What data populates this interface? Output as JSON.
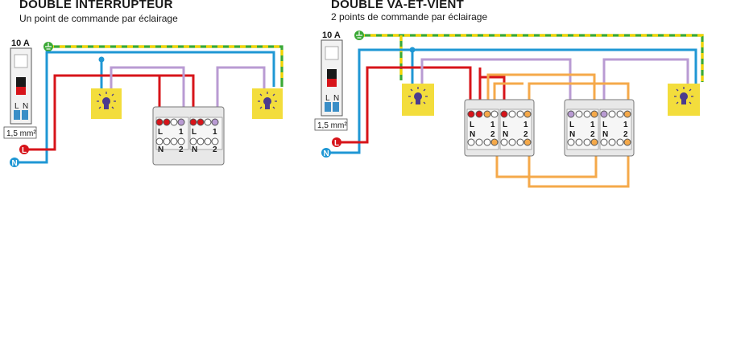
{
  "colors": {
    "phase": "#d7141a",
    "neutral": "#1f97d4",
    "earth_green": "#3aa935",
    "earth_yellow": "#f5d400",
    "return_wire": "#b99bd3",
    "traveler_wire": "#f5a94a",
    "lamp_bg": "#f3dd3c",
    "lamp_bulb": "#4b3b8e",
    "switch_box": "#e8e8e8"
  },
  "left_diagram": {
    "title": "DOUBLE INTERRUPTEUR",
    "subtitle": "Un point de commande par éclairage",
    "breaker_rating": "10 A",
    "wire_section": "1,5 mm²",
    "phase_label": "L",
    "neutral_label": "N",
    "breaker_terminals": [
      "L",
      "N"
    ],
    "switch_terminals": [
      {
        "top_left": "L",
        "top_right": "1",
        "bottom_left": "N",
        "bottom_right": "2"
      },
      {
        "top_left": "L",
        "top_right": "1",
        "bottom_left": "N",
        "bottom_right": "2"
      }
    ],
    "icons": [
      "earth-icon",
      "lamp-icon",
      "lamp-icon",
      "circuit-breaker-icon",
      "double-switch-icon"
    ]
  },
  "right_diagram": {
    "title": "DOUBLE VA-ET-VIENT",
    "subtitle": "2 points de commande par éclairage",
    "breaker_rating": "10 A",
    "wire_section": "1,5 mm²",
    "phase_label": "L",
    "neutral_label": "N",
    "breaker_terminals": [
      "L",
      "N"
    ],
    "switch_terminals": [
      {
        "top_left": "L",
        "top_right": "1",
        "bottom_left": "N",
        "bottom_right": "2"
      },
      {
        "top_left": "L",
        "top_right": "1",
        "bottom_left": "N",
        "bottom_right": "2"
      },
      {
        "top_left": "L",
        "top_right": "1",
        "bottom_left": "N",
        "bottom_right": "2"
      },
      {
        "top_left": "L",
        "top_right": "1",
        "bottom_left": "N",
        "bottom_right": "2"
      }
    ],
    "icons": [
      "earth-icon",
      "lamp-icon",
      "lamp-icon",
      "circuit-breaker-icon",
      "double-switch-icon",
      "double-switch-icon"
    ]
  }
}
